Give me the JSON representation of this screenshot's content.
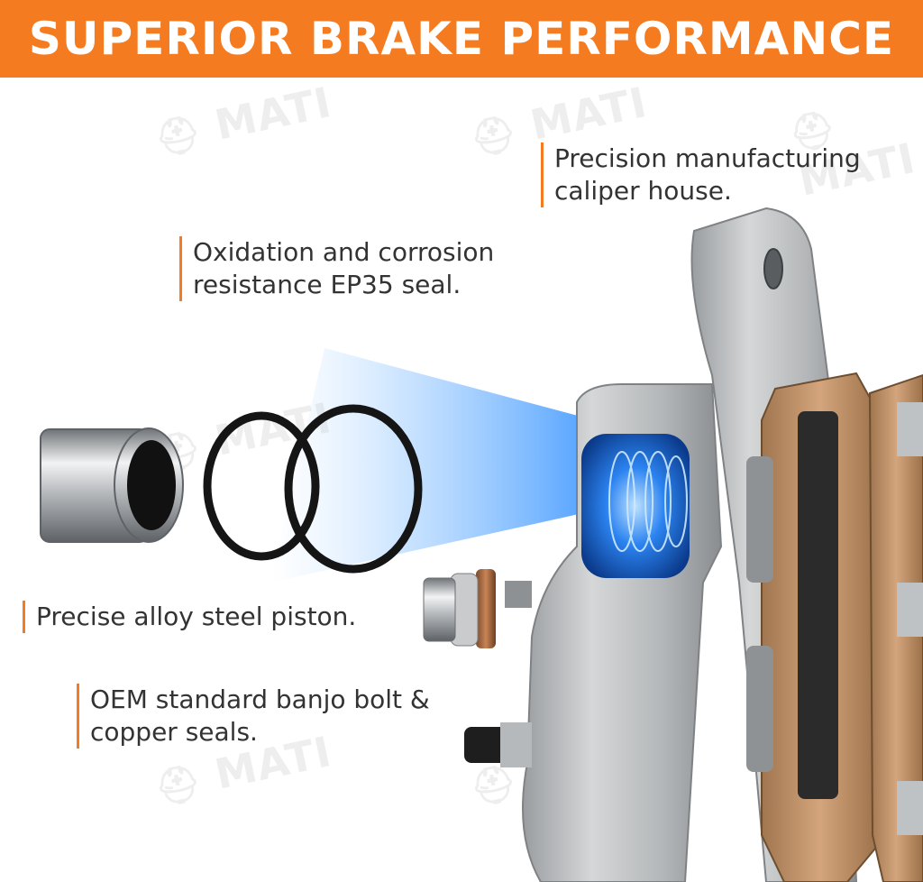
{
  "banner": {
    "title": "SUPERIOR BRAKE PERFORMANCE"
  },
  "callouts": {
    "caliper": {
      "line1": "Precision manufacturing",
      "line2": "caliper house."
    },
    "seal": {
      "line1": "Oxidation and corrosion",
      "line2": "resistance EP35 seal."
    },
    "piston": {
      "line1": "Precise alloy steel piston."
    },
    "banjo": {
      "line1": "OEM standard banjo bolt &",
      "line2": "copper seals."
    }
  },
  "watermark": {
    "text": "MATI"
  },
  "colors": {
    "accent": "#f47b20",
    "text": "#333333",
    "glow": "#2f8fff"
  },
  "icons": {
    "brand_mark": "helmet-logo-icon"
  }
}
